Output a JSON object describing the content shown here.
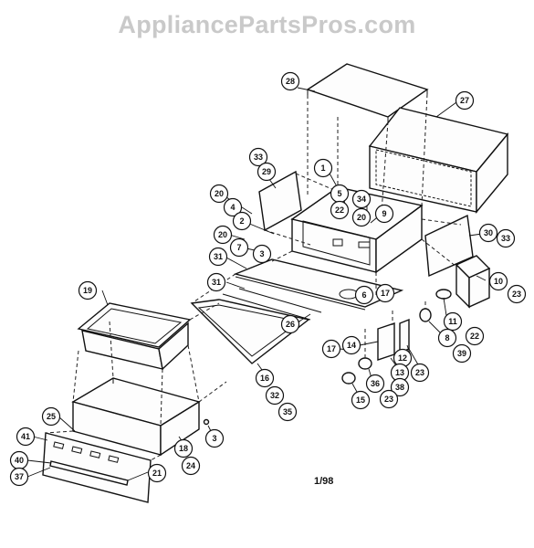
{
  "watermark": "AppliancePartsPros.com",
  "drawing_date": "1/98",
  "callouts": {
    "c28": "28",
    "c27": "27",
    "c33a": "33",
    "c29": "29",
    "c1": "1",
    "c20a": "20",
    "c4": "4",
    "c5": "5",
    "c34": "34",
    "c2": "2",
    "c22a": "22",
    "c20b": "20",
    "c9": "9",
    "c20c": "20",
    "c7": "7",
    "c3a": "3",
    "c30": "30",
    "c33b": "33",
    "c31a": "31",
    "c10": "10",
    "c23a": "23",
    "c31b": "31",
    "c6": "6",
    "c17a": "17",
    "c11": "11",
    "c22b": "22",
    "c19": "19",
    "c26": "26",
    "c8": "8",
    "c39": "39",
    "c17b": "17",
    "c14": "14",
    "c12": "12",
    "c16": "16",
    "c13": "13",
    "c23b": "23",
    "c32": "32",
    "c36": "36",
    "c38": "38",
    "c35": "35",
    "c15": "15",
    "c23c": "23",
    "c25": "25",
    "c3b": "3",
    "c41": "41",
    "c18": "18",
    "c24": "24",
    "c40": "40",
    "c21": "21",
    "c37": "37"
  }
}
